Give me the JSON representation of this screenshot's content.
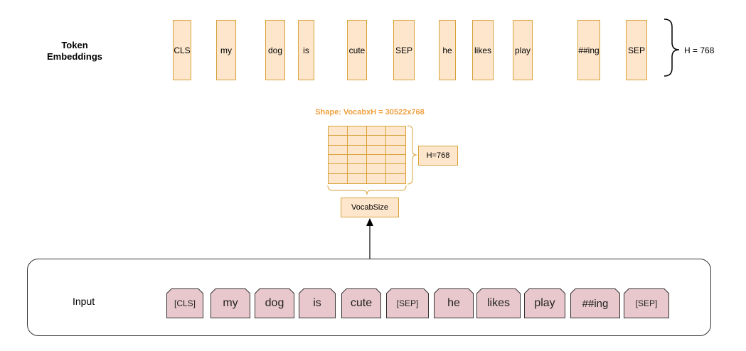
{
  "title": {
    "line1": "Token",
    "line2": "Embeddings"
  },
  "token_embeddings": [
    "CLS",
    "my",
    "dog",
    "is",
    "cute",
    "SEP",
    "he",
    "likes",
    "play",
    "##ing",
    "SEP"
  ],
  "hidden_label": "H = 768",
  "matrix": {
    "shape_label": "Shape: VocabxH = 30522x768",
    "h_label": "H=768",
    "vocab_label": "VocabSize"
  },
  "input": {
    "label": "Input",
    "tokens": [
      "[CLS]",
      "my",
      "dog",
      "is",
      "cute",
      "[SEP]",
      "he",
      "likes",
      "play",
      "##ing",
      "[SEP]"
    ]
  },
  "colors": {
    "embedding_fill": "#fde6cc",
    "embedding_border": "#d9a23a",
    "input_token_fill": "#e8c8cc",
    "accent_label": "#f0a040"
  }
}
